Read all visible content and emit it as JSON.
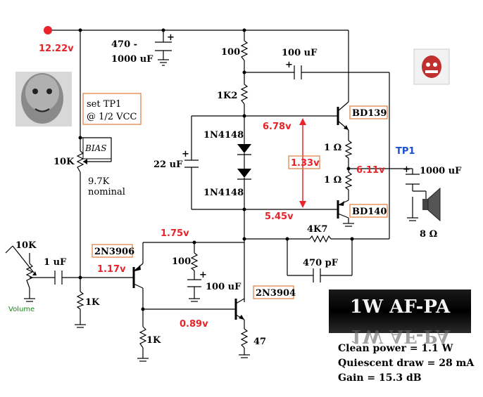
{
  "supply": {
    "voltage": "12.22v",
    "color": "#e8232a"
  },
  "capacitors": {
    "supply_cap_value": "470 -",
    "supply_cap_value2": "1000 uF",
    "bootstrap": "100 uF",
    "bias_cap": "22 uF",
    "output_cap": "1000 uF",
    "input_cap": "1 uF",
    "stage_cap": "100 uF",
    "feedback_cap": "470 pF"
  },
  "resistors": {
    "r_top": "100",
    "r_1k2": "1K2",
    "r_emitter_top": "1 Ω",
    "r_emitter_bot": "1 Ω",
    "r_bias": "10K",
    "r_1k_input": "1K",
    "r_100_stage": "100",
    "r_feedback": "4K7",
    "r_1k_driver": "1K",
    "r_47": "47",
    "volume": "10K"
  },
  "diodes": {
    "d1": "1N4148",
    "d2": "1N4148"
  },
  "transistors": {
    "q_top": "BD139",
    "q_bot": "BD140",
    "q_pnp": "2N3906",
    "q_npn": "2N3904"
  },
  "voltages": {
    "v_top_base": "6.78v",
    "v_diff": "1.33v",
    "v_out": "6.11v",
    "v_bot_base": "5.45v",
    "v_pnp_emitter": "1.75v",
    "v_pnp_base": "1.17v",
    "v_npn_base": "0.89v"
  },
  "labels": {
    "tp1_note_line1": "set TP1",
    "tp1_note_line2": "@ 1/2 VCC",
    "bias_label": "BIAS",
    "bias_nominal_line1": "9.7K",
    "bias_nominal_line2": "nominal",
    "tp1": "TP1",
    "speaker": "8 Ω",
    "volume_label": "Volume"
  },
  "banner": {
    "title": "1W AF-PA"
  },
  "stats": {
    "line1": "Clean power = 1.1 W",
    "line2": "Quiescent draw = 28 mA",
    "line3": "Gain = 15.3 dB"
  },
  "colors": {
    "voltage_red": "#e8232a",
    "tp_blue": "#1a4fd0",
    "box_orange": "#e07a3a",
    "volume_green": "#1a8a1a"
  }
}
